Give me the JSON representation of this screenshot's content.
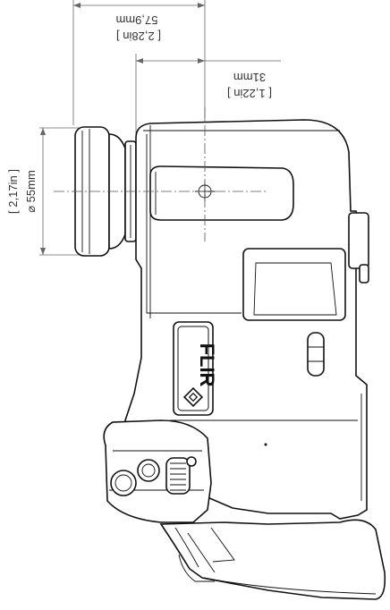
{
  "dimensions": {
    "body_depth": {
      "metric": "57,9mm",
      "imperial": "[ 2,28in ]"
    },
    "mount_offset": {
      "metric": "31mm",
      "imperial": "[ 1,22in ]"
    },
    "lens_diameter": {
      "metric": "⌀ 55mm",
      "imperial": "[ 2,17in ]"
    }
  },
  "brand": {
    "logo_text": "FLIR"
  }
}
